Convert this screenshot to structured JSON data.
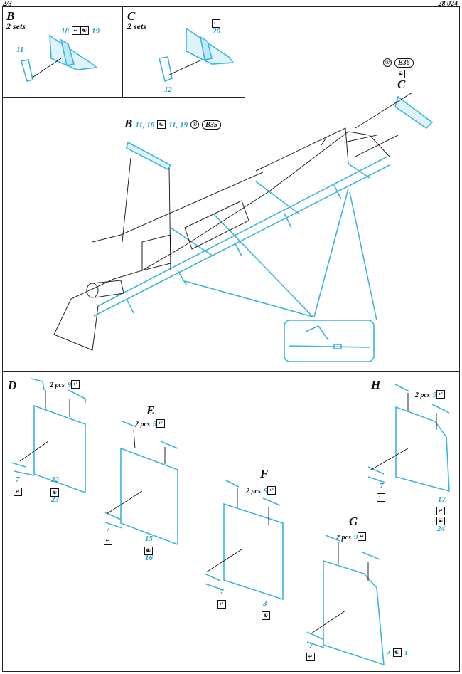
{
  "header": {
    "page": "2/3",
    "code": "28 024"
  },
  "panel_b": {
    "letter": "B",
    "sets": "2 sets",
    "n18": "18",
    "n19": "19",
    "n11": "11"
  },
  "panel_c": {
    "letter": "C",
    "sets": "2 sets",
    "n20": "20",
    "n12": "12"
  },
  "main": {
    "label_b": "B",
    "b_nums_a": "11, 18",
    "b_nums_b": "11, 19",
    "b_ref": "B35",
    "label_c": "C",
    "c_ref": "B36"
  },
  "panel_d": {
    "letter": "D",
    "pcs": "2 pcs",
    "n9": "9",
    "n7": "7",
    "n22": "22",
    "n23": "23"
  },
  "panel_e": {
    "letter": "E",
    "pcs": "2 pcs",
    "n9": "9",
    "n7": "7",
    "n15": "15",
    "n16": "16"
  },
  "panel_f": {
    "letter": "F",
    "pcs": "2 pcs",
    "n9": "9",
    "n7": "7",
    "n3": "3"
  },
  "panel_g": {
    "letter": "G",
    "pcs": "2 pcs",
    "n9": "9",
    "n7": "7",
    "n2": "2",
    "n1": "1"
  },
  "panel_h": {
    "letter": "H",
    "pcs": "2 pcs",
    "n9": "9",
    "n7": "7",
    "n17": "17",
    "n24": "24"
  },
  "icons": {
    "bend": "bend-icon",
    "flip": "yin-yang-icon",
    "resin": "resin-part-icon"
  },
  "colors": {
    "part": "#3cb4dc",
    "label": "#2a9fd0",
    "line": "#222222"
  }
}
